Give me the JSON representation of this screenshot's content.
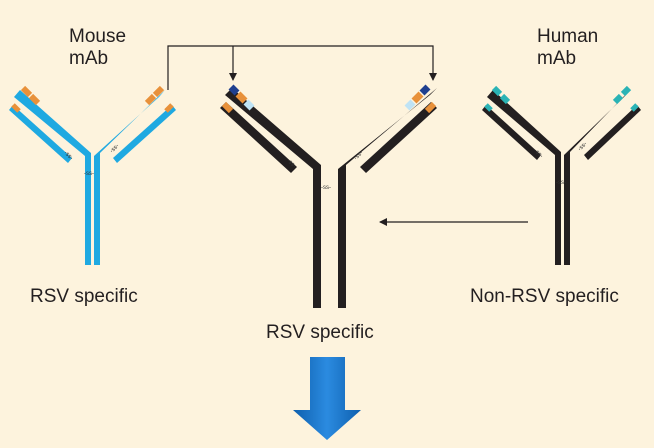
{
  "labels": {
    "mouse_mab_line1": "Mouse",
    "mouse_mab_line2": "mAb",
    "human_mab_line1": "Human",
    "human_mab_line2": "mAb",
    "mouse_specificity": "RSV specific",
    "hybrid_specificity": "RSV specific",
    "human_specificity": "Non-RSV specific",
    "disulfide": "-ss-"
  },
  "colors": {
    "background": "#fdf3dd",
    "mouse_antibody": "#1fa9e1",
    "human_antibody": "#231f20",
    "mouse_cdr": "#e8913a",
    "mouse_cdr_alt": "#bfe3f5",
    "human_cdr": "#2ab3b5",
    "hybrid_cdr_dark": "#1e3f8f",
    "arrow": "#231f20",
    "output_arrow": "#1a73c8"
  }
}
